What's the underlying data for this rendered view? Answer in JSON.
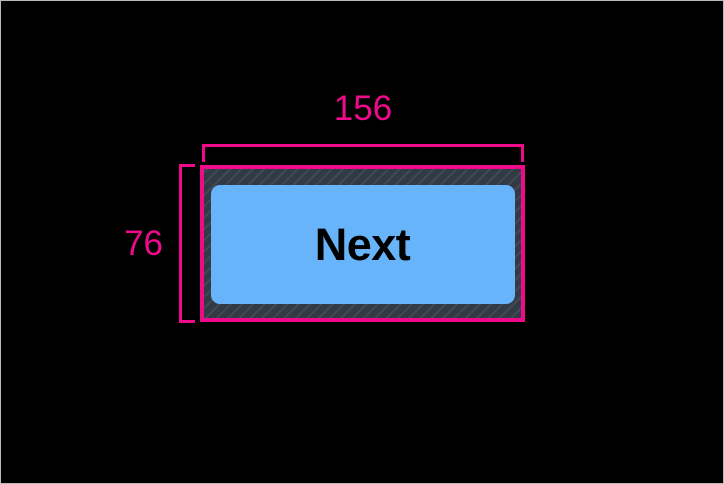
{
  "overlay": {
    "kind": "element-measurement-overlay",
    "background_color": "#000000",
    "accent_color": "#ee0a8b"
  },
  "element": {
    "label": "Next",
    "role": "button",
    "fill_color": "#67b4fb",
    "text_color": "#000000",
    "padding_band_color": "#323a45",
    "padding_band_pattern": "diagonal-hatch"
  },
  "measurements": {
    "width": {
      "value": "156",
      "axis": "horizontal",
      "color": "#ee0a8b"
    },
    "height": {
      "value": "76",
      "axis": "vertical",
      "color": "#ee0a8b"
    }
  }
}
